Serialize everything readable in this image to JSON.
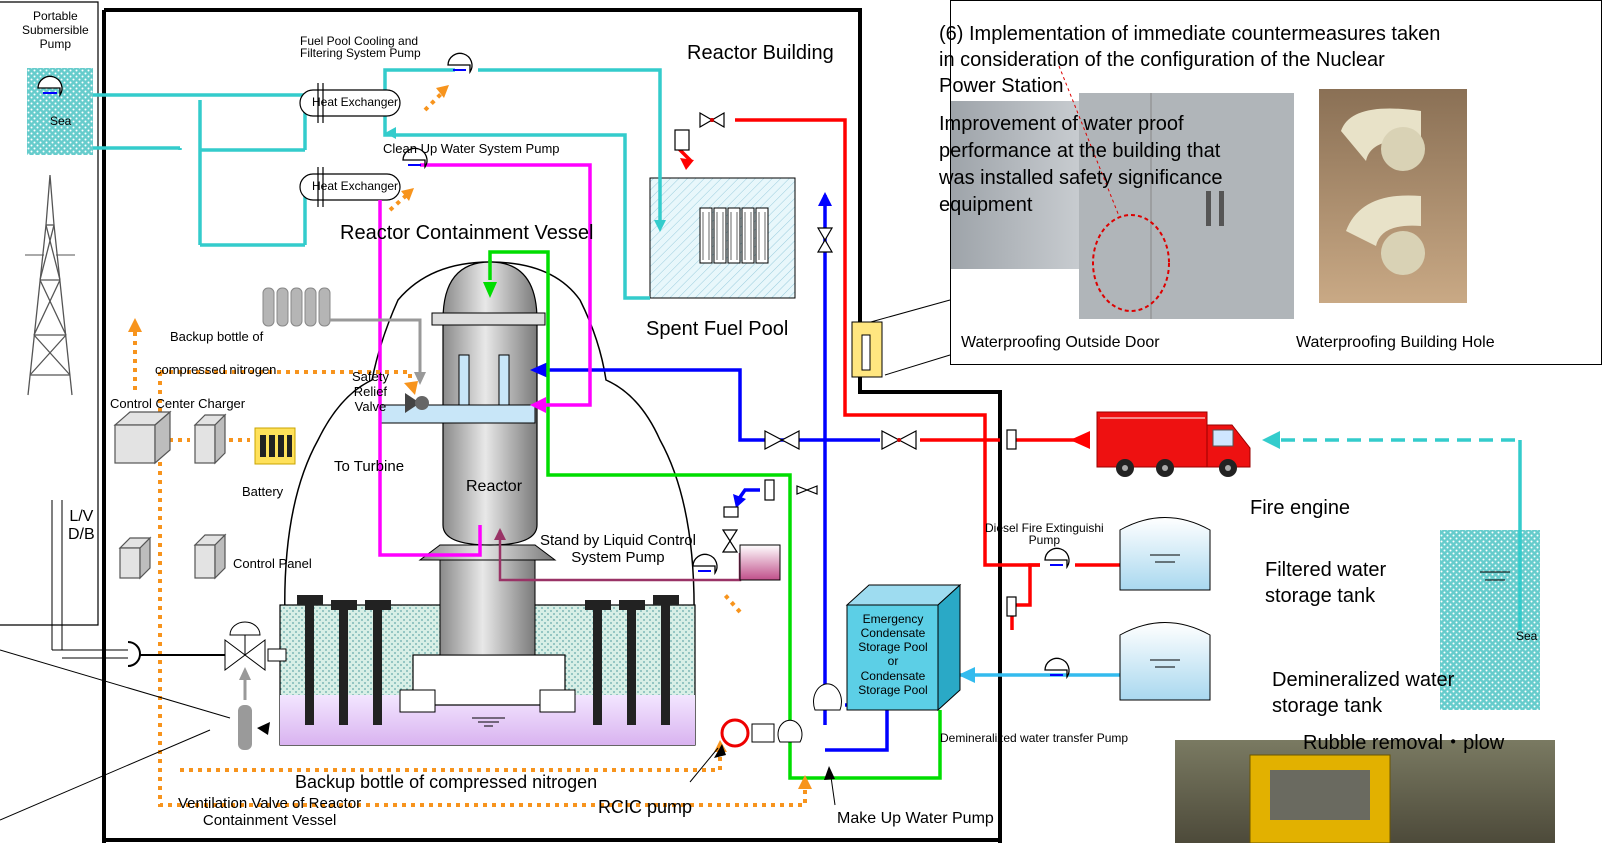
{
  "labels": {
    "portable_pump": "Portable\nSubmersible\nPump",
    "sea_left": "Sea",
    "fpc_pump": "Fuel Pool Cooling and\nFiltering System Pump",
    "heat_exchanger_1": "Heat Exchanger",
    "heat_exchanger_2": "Heat Exchanger",
    "cuw_pump": "Clean Up Water System Pump",
    "reactor_building": "Reactor Building",
    "containment_vessel": "Reactor Containment Vessel",
    "spent_fuel_pool": "Spent Fuel Pool",
    "backup_n2_top_1": "Backup bottle of",
    "backup_n2_top_2": "compressed nitrogen",
    "control_center_charger": "Control Center Charger",
    "battery": "Battery",
    "srv": "Safety\nRelief\nValve",
    "to_turbine": "To Turbine",
    "reactor": "Reactor",
    "lv_db": "L/V\nD/B",
    "control_panel": "Control Panel",
    "slc_pump": "Stand by Liquid Control\nSystem Pump",
    "diesel_pump": "Diesel Fire Extinguishi\nPump",
    "fire_engine": "Fire engine",
    "filtered_tank": "Filtered water\nstorage tank",
    "demin_tank": "Demineralized water\nstorage tank",
    "sea_right": "Sea",
    "ecsp": "Emergency\nCondensate\nStorage Pool\nor\nCondensate\nStorage Pool",
    "demin_pump": "Demineralized water transfer Pump",
    "rubble": "Rubble removal・plow",
    "backup_n2_bottom": "Backup bottle of compressed nitrogen",
    "ventilation_valve": "Ventilation Valve of Reactor\nContainment Vessel",
    "rcic": "RCIC pump",
    "makeup_pump": "Make Up Water Pump"
  },
  "callout": {
    "heading": "(6) Implementation of immediate countermeasures taken\nin consideration of the configuration of the Nuclear\nPower Station",
    "body": "Improvement of water proof\nperformance at the building that\nwas installed safety significance\nequipment",
    "caption_door": "Waterproofing Outside Door",
    "caption_hole": "Waterproofing Building Hole"
  },
  "colors": {
    "seawater_line": "#33cccc",
    "fire_water_line": "#ff0000",
    "makeup_water_line": "#0000ff",
    "rcic_line": "#00dd00",
    "cuw_line": "#ff00ff",
    "power_line": "#f7941d",
    "slc_line": "#993366"
  }
}
